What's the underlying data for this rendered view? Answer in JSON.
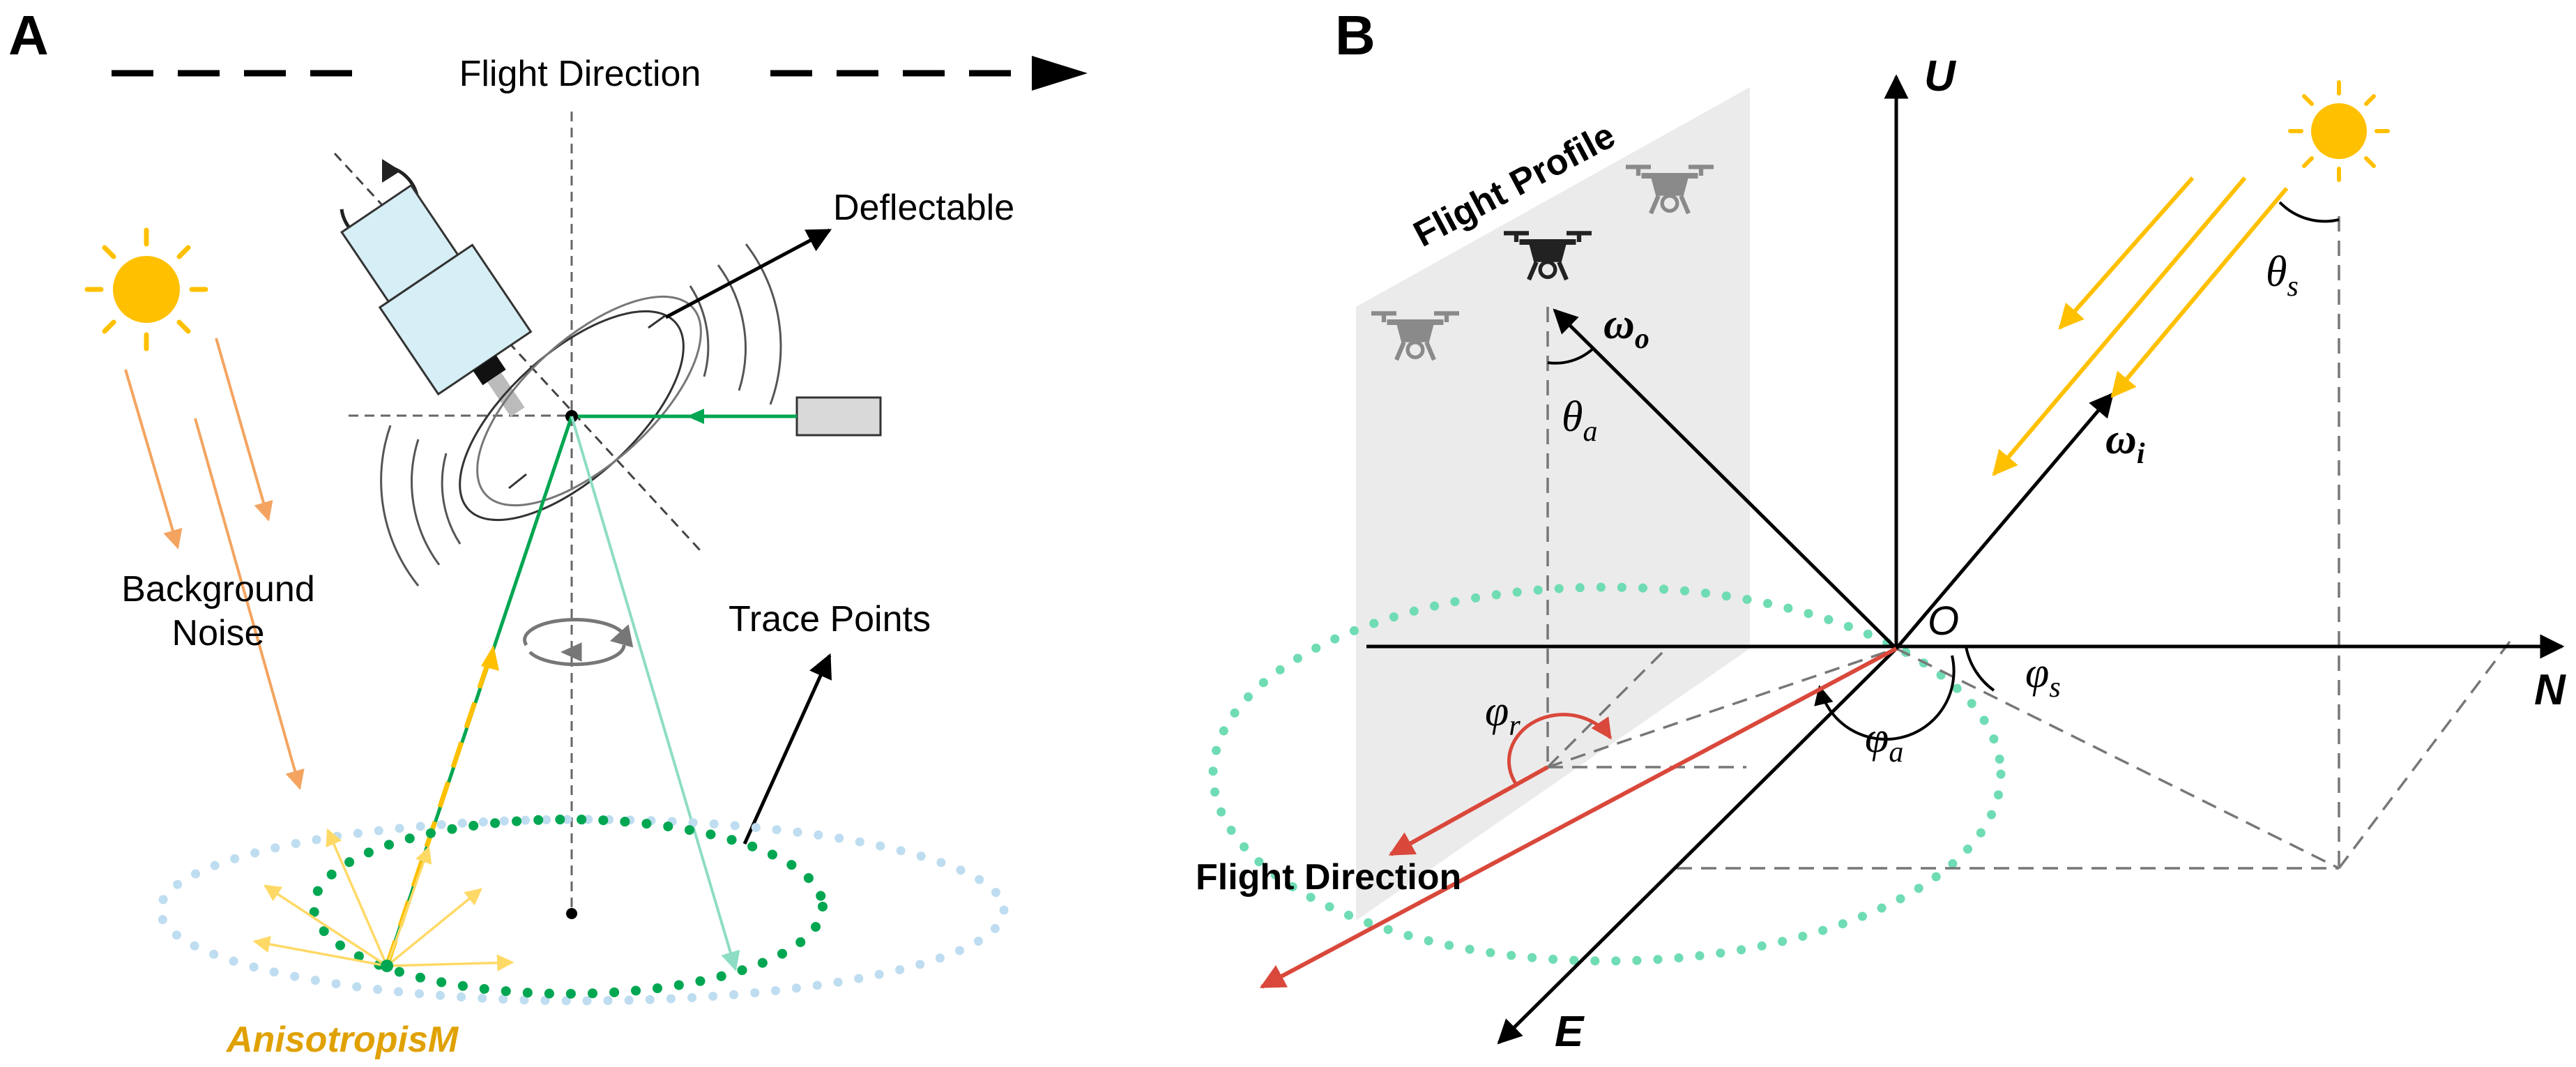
{
  "panel_a": {
    "label": "A",
    "flight_direction": "Flight Direction",
    "deflectable": "Deflectable",
    "background_noise_line1": "Background",
    "background_noise_line2": "Noise",
    "trace_points": "Trace Points",
    "anisotropism": "AnisotropisM"
  },
  "panel_b": {
    "label": "B",
    "axis_u": "U",
    "axis_n": "N",
    "axis_e": "E",
    "origin": "O",
    "flight_profile": "Flight Profile",
    "flight_direction": "Flight Direction",
    "omega": "ω",
    "omega_o_sub": "o",
    "omega_i_sub": "i",
    "theta": "θ",
    "theta_a_sub": "a",
    "theta_s_sub": "s",
    "phi": "φ",
    "phi_r_sub": "r",
    "phi_a_sub": "a",
    "phi_s_sub": "s"
  },
  "colors": {
    "sun": "#FFC000",
    "noise_rays": "#F4A460",
    "laser_green": "#00A651",
    "trace_light_blue": "#BFDDF0",
    "ellipse_green": "#6FDCB4",
    "flight_red": "#D9483B",
    "camera_blue": "#D6EEF5",
    "anisotropism_text": "#E0A100"
  }
}
